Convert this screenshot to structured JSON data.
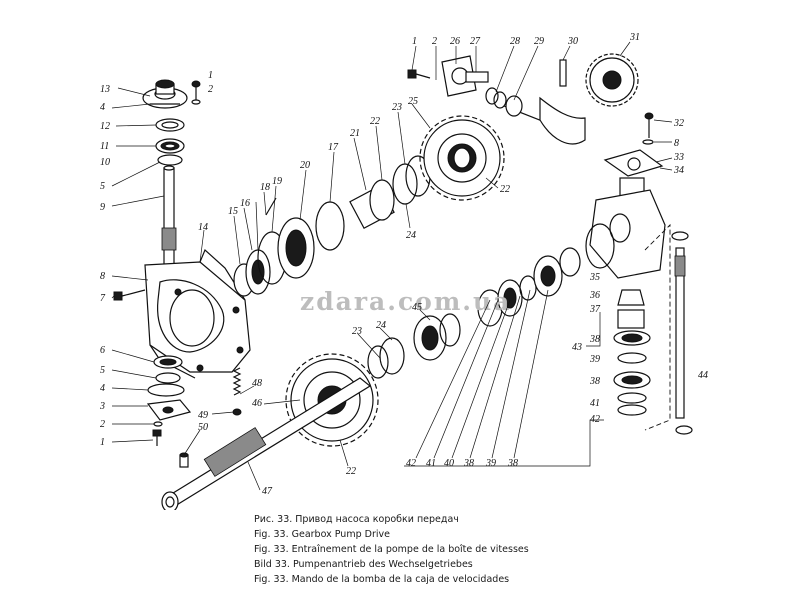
{
  "watermark": "zdara.com.ua",
  "captions": [
    "Рис. 33. Привод насоса коробки передач",
    "Fig. 33. Gearbox Pump Drive",
    "Fig. 33. Entraînement de la pompe de la boîte de vitesses",
    "Bild 33. Pumpenantrieb des Wechselgetriebes",
    "Fig. 33. Mando de la bomba de la caja de velocidades"
  ],
  "callouts": [
    "1",
    "2",
    "26",
    "27",
    "28",
    "29",
    "30",
    "31",
    "13",
    "1",
    "2",
    "4",
    "12",
    "11",
    "10",
    "5",
    "9",
    "25",
    "23",
    "22",
    "21",
    "20",
    "17",
    "18",
    "19",
    "16",
    "15",
    "14",
    "24",
    "22",
    "32",
    "8",
    "33",
    "34",
    "8",
    "7",
    "6",
    "5",
    "4",
    "3",
    "2",
    "1",
    "48",
    "49",
    "46",
    "50",
    "47",
    "23",
    "24",
    "45",
    "22",
    "35",
    "36",
    "37",
    "38",
    "39",
    "38",
    "41",
    "42",
    "43",
    "44",
    "42",
    "41",
    "40",
    "38",
    "39",
    "38"
  ]
}
